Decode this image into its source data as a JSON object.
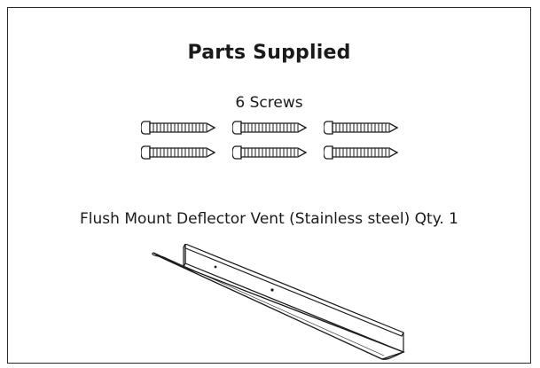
{
  "document": {
    "title": "Parts Supplied",
    "screws_label": "6 Screws",
    "vent_label": "Flush Mount Deflector Vent (Stainless steel) Qty. 1"
  },
  "icons": {
    "screw": "screw-icon",
    "vent": "deflector-vent-icon"
  },
  "colors": {
    "ink": "#1a1a1a",
    "border": "#2a2a2a",
    "background": "#ffffff"
  }
}
